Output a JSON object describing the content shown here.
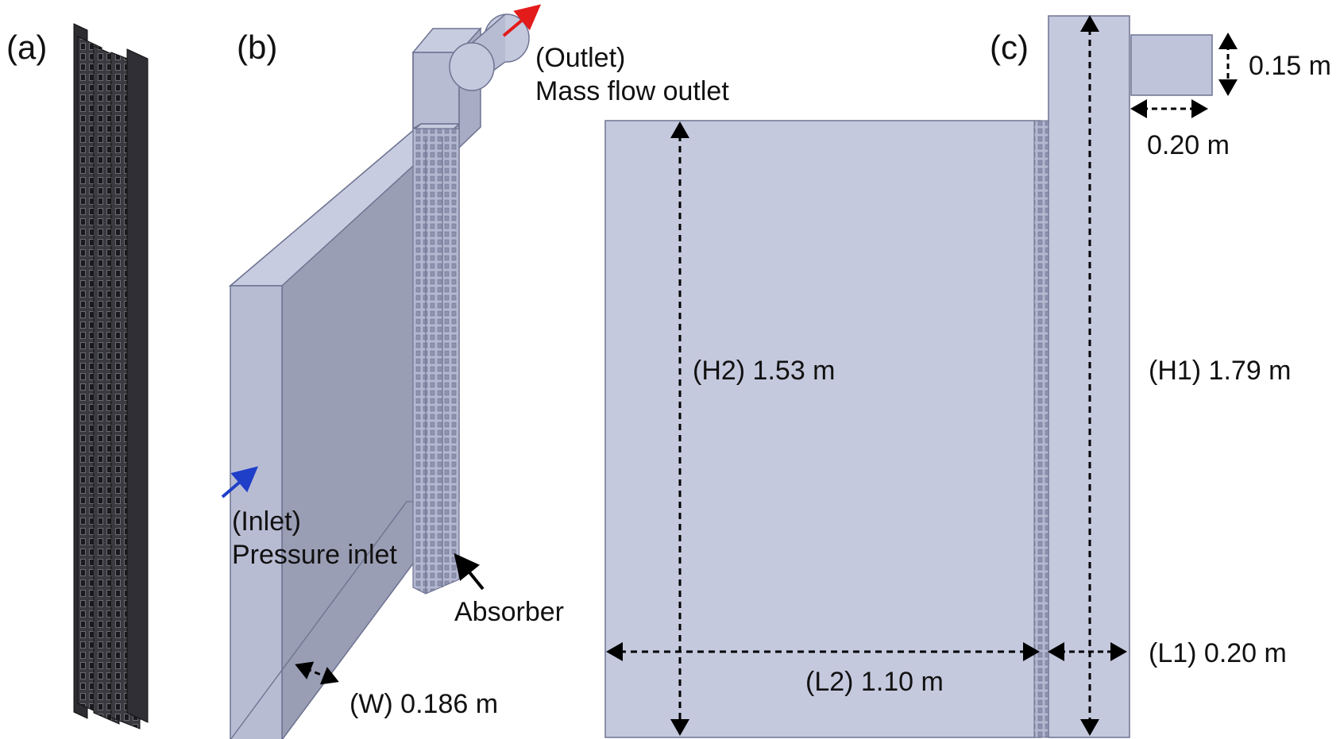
{
  "panels": {
    "a": {
      "label": "(a)"
    },
    "b": {
      "label": "(b)",
      "outlet_tag": "(Outlet)",
      "outlet_name": "Mass flow outlet",
      "inlet_tag": "(Inlet)",
      "inlet_name": "Pressure inlet",
      "absorber": "Absorber",
      "width_dim": "(W) 0.186 m"
    },
    "c": {
      "label": "(c)",
      "outlet_height": "0.15 m",
      "outlet_length": "0.20 m",
      "h2": "(H2) 1.53 m",
      "h1": "(H1) 1.79 m",
      "l1": "(L1) 0.20 m",
      "l2": "(L2) 1.10 m"
    }
  },
  "colors": {
    "domain_fill": "#c5c9de",
    "domain_front": "#b8bcd3",
    "domain_edge": "#6e7391",
    "absorber_dark": "#3a3a40",
    "outlet_arrow": "#e31b1b",
    "inlet_arrow": "#1f3fc8",
    "dim_line": "#000000"
  }
}
